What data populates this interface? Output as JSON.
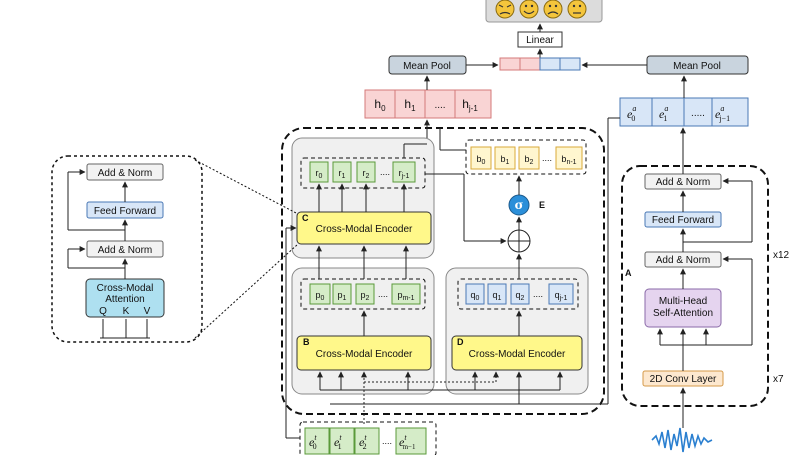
{
  "linear": "Linear",
  "emojis": [
    "angry-face-icon",
    "happy-face-icon",
    "sad-face-icon",
    "neutral-face-icon"
  ],
  "mean_pool": "Mean Pool",
  "h_tokens": [
    "h",
    "h",
    "....",
    "h"
  ],
  "h_subs": [
    "0",
    "1",
    "",
    "j-1"
  ],
  "e_a": {
    "t0": "e",
    "s0": "0",
    "t1": "e",
    "s1": "1",
    "dots": ".....",
    "t2": "e",
    "s2": "j−1",
    "sup": "a"
  },
  "r_tokens": [
    "r",
    "r",
    "r",
    "r"
  ],
  "r_subs": [
    "0",
    "1",
    "2",
    "j-1"
  ],
  "p_tokens": [
    "p",
    "p",
    "p",
    "p"
  ],
  "p_subs": [
    "0",
    "1",
    "2",
    "m-1"
  ],
  "q_tokens": [
    "q",
    "q",
    "q",
    "q"
  ],
  "q_subs": [
    "0",
    "1",
    "2",
    "j-1"
  ],
  "b_tokens": [
    "b",
    "b",
    "b",
    "b"
  ],
  "b_subs": [
    "0",
    "1",
    "2",
    "n-1"
  ],
  "e_t": {
    "sup": "t",
    "s0": "0",
    "s1": "1",
    "s2": "2",
    "s3": "m−1"
  },
  "cross_modal_encoder": "Cross-Modal Encoder",
  "letters": {
    "A": "A",
    "B": "B",
    "C": "C",
    "D": "D",
    "E": "E"
  },
  "sigma": "σ",
  "left_detail": {
    "add_norm": "Add & Norm",
    "feed_forward": "Feed Forward",
    "cma1": "Cross-Modal",
    "cma2": "Attention",
    "q": "Q",
    "k": "K",
    "v": "V"
  },
  "right_detail": {
    "add_norm": "Add & Norm",
    "feed_forward": "Feed Forward",
    "mhsa1": "Multi-Head",
    "mhsa2": "Self-Attention",
    "conv": "2D Conv Layer",
    "x12": "x12",
    "x7": "x7"
  },
  "dots": "....",
  "colors": {
    "green": "#d5ecc8",
    "blue": "#d8e6f7",
    "yellow": "#fff6cf",
    "red": "#f9d4d4",
    "pool": "#c9d4de",
    "sigma": "#2b8fd9",
    "purple": "#e5d4ef"
  }
}
